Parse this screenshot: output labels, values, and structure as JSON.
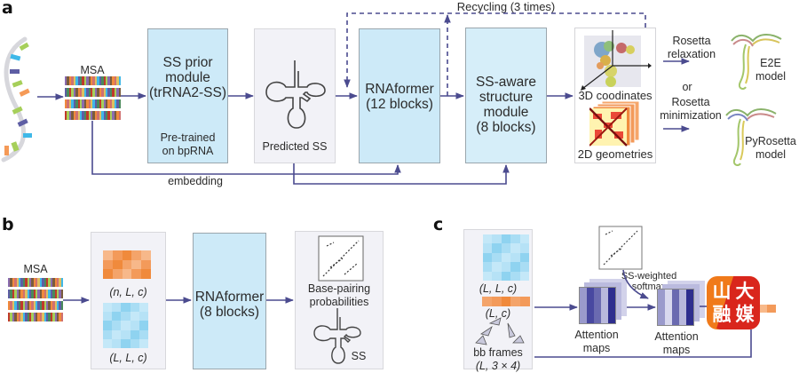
{
  "panels": {
    "a": {
      "letter": "a",
      "msa_label": "MSA",
      "ss_prior": {
        "title": "SS prior module (trRNA2-SS)",
        "lines": [
          "SS prior",
          "module",
          "(trRNA2-SS)"
        ],
        "sub_lines": [
          "Pre-trained",
          "on bpRNA"
        ]
      },
      "predicted_ss": "Predicted SS",
      "rnaformer": {
        "lines": [
          "RNAformer",
          "(12 blocks)"
        ]
      },
      "ss_aware": {
        "lines": [
          "SS-aware",
          "structure",
          "module",
          "(8 blocks)"
        ]
      },
      "recycling": "Recycling (3 times)",
      "embedding": "embedding",
      "coords_3d": "3D coodinates",
      "geom_2d": "2D geometries",
      "relax": {
        "lines": [
          "Rosetta",
          "relaxation"
        ]
      },
      "or": "or",
      "minim": {
        "lines": [
          "Rosetta",
          "minimization"
        ]
      },
      "e2e": {
        "lines": [
          "E2E",
          "model"
        ]
      },
      "pyrosetta": {
        "lines": [
          "PyRosetta",
          "model"
        ]
      }
    },
    "b": {
      "letter": "b",
      "msa_label": "MSA",
      "nlc": "(n, L, c)",
      "llc": "(L, L, c)",
      "rnaformer": {
        "lines": [
          "RNAformer",
          "(8 blocks)"
        ]
      },
      "bpp": {
        "lines": [
          "Base-pairing",
          "probabilities"
        ]
      },
      "ss": "SS"
    },
    "c": {
      "letter": "c",
      "llc": "(L, L, c)",
      "lc": "(L, c)",
      "bb": {
        "lines": [
          "bb frames",
          "(L, 3 × 4)"
        ]
      },
      "attn1": {
        "lines": [
          "Attention",
          "maps"
        ]
      },
      "attn2": {
        "lines": [
          "Attention",
          "maps"
        ]
      },
      "ss_weighted": {
        "lines": [
          "SS-weighted",
          "softmax"
        ]
      }
    }
  },
  "watermark": {
    "chars": [
      "山",
      "大",
      "融",
      "媒"
    ]
  },
  "colors": {
    "arrow": "#4b4b8f",
    "box_blue": "#cdeaf8",
    "box_gray": "#f2f2f7",
    "orange": "#f08a3c",
    "light_blue": "#8fd3f0",
    "attn": "#3a3a9a",
    "watermark_red": "#d9261c",
    "watermark_orange": "#f07a1a"
  }
}
